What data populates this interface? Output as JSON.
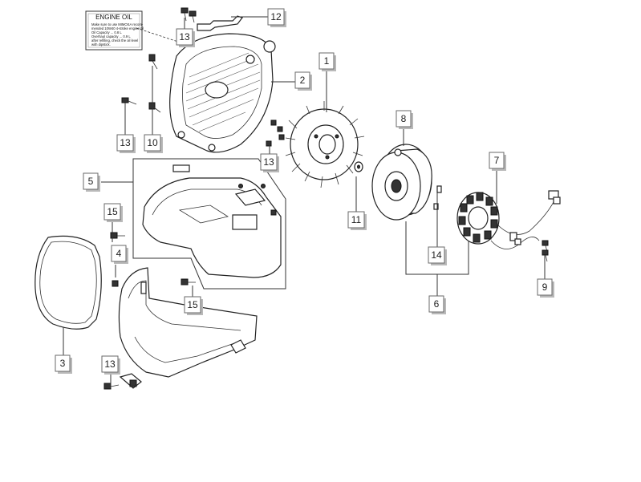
{
  "oil_label": {
    "title": "ENGINE OIL",
    "lines": [
      "Make sure to use MIMOSA recom-",
      "mended 10W40 4-stroke engine oil",
      "Oil Capacity ... 0.8 L",
      "Overhaul capacity ... 0.9 L",
      "after refilling, check the oil level",
      "with dipstick."
    ]
  },
  "callouts": [
    {
      "id": "c1",
      "label": "1"
    },
    {
      "id": "c2",
      "label": "2"
    },
    {
      "id": "c3",
      "label": "3"
    },
    {
      "id": "c4",
      "label": "4"
    },
    {
      "id": "c5",
      "label": "5"
    },
    {
      "id": "c6",
      "label": "6"
    },
    {
      "id": "c7",
      "label": "7"
    },
    {
      "id": "c8",
      "label": "8"
    },
    {
      "id": "c9",
      "label": "9"
    },
    {
      "id": "c10",
      "label": "10"
    },
    {
      "id": "c11",
      "label": "11"
    },
    {
      "id": "c12",
      "label": "12"
    },
    {
      "id": "c13a",
      "label": "13"
    },
    {
      "id": "c13b",
      "label": "13"
    },
    {
      "id": "c13c",
      "label": "13"
    },
    {
      "id": "c13d",
      "label": "13"
    },
    {
      "id": "c14",
      "label": "14"
    },
    {
      "id": "c15a",
      "label": "15"
    },
    {
      "id": "c15b",
      "label": "15"
    }
  ]
}
